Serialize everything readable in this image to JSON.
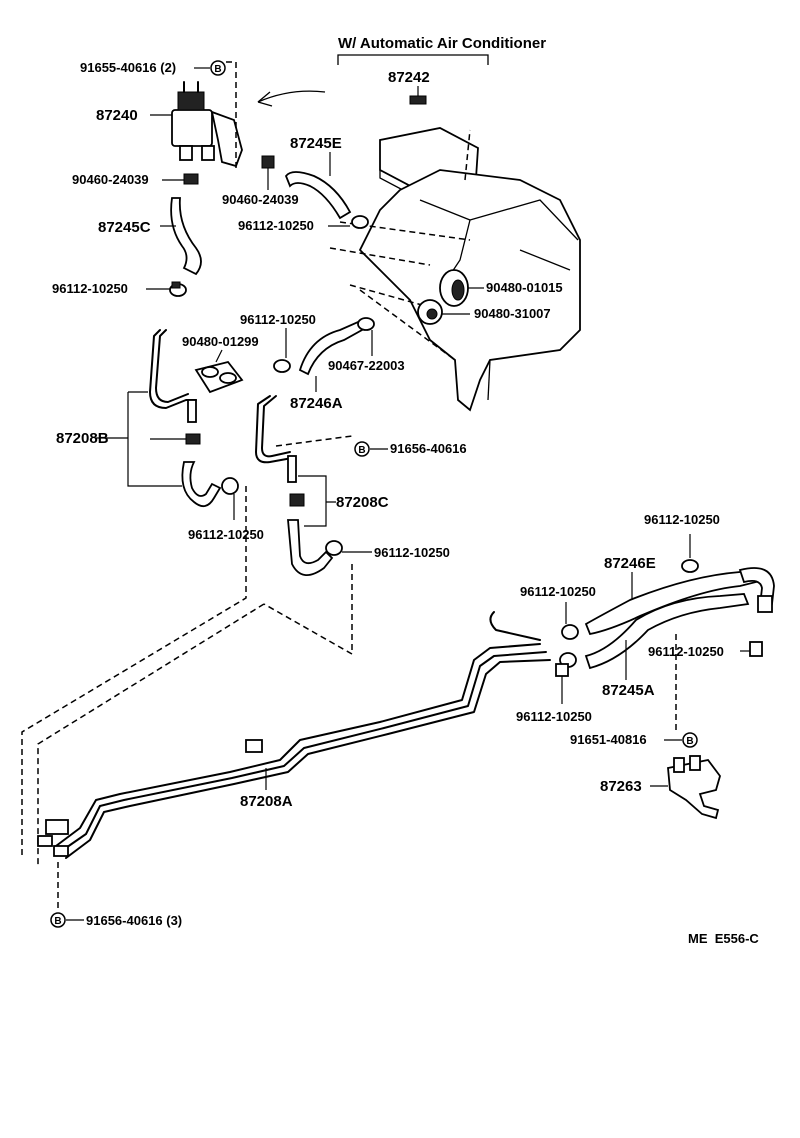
{
  "header": {
    "title": "W/ Automatic Air Conditioner"
  },
  "footer": {
    "code": "ME  E556-C"
  },
  "bolt_marker": "B",
  "labels": {
    "p91655_40616": "91655-40616 (2)",
    "p87240": "87240",
    "p90460_24039_a": "90460-24039",
    "p87245C": "87245C",
    "p96112_10250_a": "96112-10250",
    "p87242": "87242",
    "p87245E": "87245E",
    "p90460_24039_b": "90460-24039",
    "p96112_10250_b": "96112-10250",
    "p90480_01015": "90480-01015",
    "p90480_31007": "90480-31007",
    "p96112_10250_c": "96112-10250",
    "p90480_01299": "90480-01299",
    "p90467_22003": "90467-22003",
    "p87246A": "87246A",
    "p87208B": "87208B",
    "p91656_40616": "91656-40616",
    "p87208C": "87208C",
    "p96112_10250_d": "96112-10250",
    "p96112_10250_e": "96112-10250",
    "p96112_10250_f": "96112-10250",
    "p87246E": "87246E",
    "p96112_10250_g": "96112-10250",
    "p96112_10250_h": "96112-10250",
    "p87245A": "87245A",
    "p96112_10250_i": "96112-10250",
    "p91651_40816": "91651-40816",
    "p87263": "87263",
    "p87208A": "87208A",
    "p91656_40616_3": "91656-40616 (3)"
  }
}
